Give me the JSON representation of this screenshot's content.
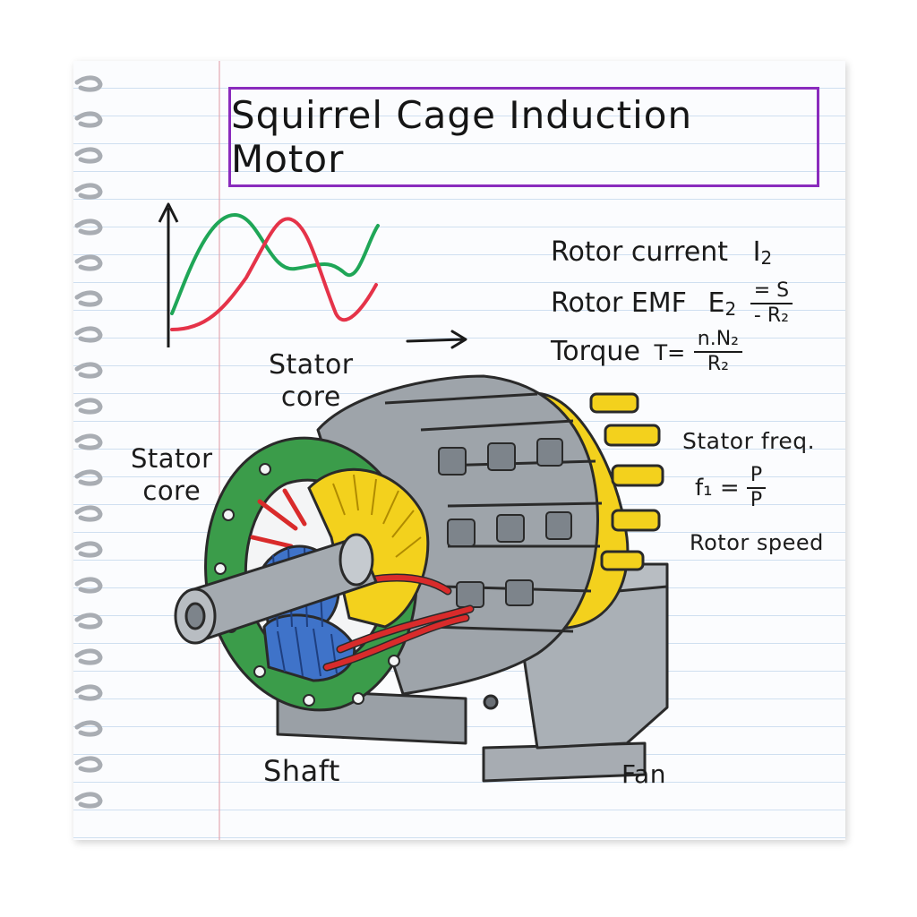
{
  "title": "Squirrel  Cage Induction Motor",
  "labels": {
    "stator_core_top": [
      "Stator",
      "core"
    ],
    "stator_core_left": [
      "Stator",
      "core"
    ],
    "shaft": "Shaft",
    "fan": "Fan",
    "rotor_speed": "Rotor speed",
    "stator_freq": "Stator freq."
  },
  "equations": {
    "rotor_current": {
      "text": "Rotor current",
      "symbol": "I",
      "sub": "2"
    },
    "rotor_emf": {
      "text": "Rotor EMF",
      "symbol": "E",
      "sub": "2",
      "num": "= S",
      "den": "- R₂"
    },
    "torque": {
      "text": "Torque",
      "lhs": "T=",
      "num": "n.N₂",
      "den": "R₂"
    },
    "stator_freq": {
      "lhs": "f₁ =",
      "num": "P",
      "den": "P"
    }
  },
  "colors": {
    "title_border": "#8a2bbd",
    "wave_green": "#1fa657",
    "wave_red": "#e53349",
    "end_plate": "#3b9c4a",
    "rotor_blue": "#3f73c9",
    "fan_yellow": "#f3d11d",
    "wire_red": "#d92b2b",
    "housing_gray": "#9aa0a6"
  },
  "icons": {
    "arrow": "right-arrow-icon",
    "graph_axis": "up-arrow-axis-icon"
  }
}
